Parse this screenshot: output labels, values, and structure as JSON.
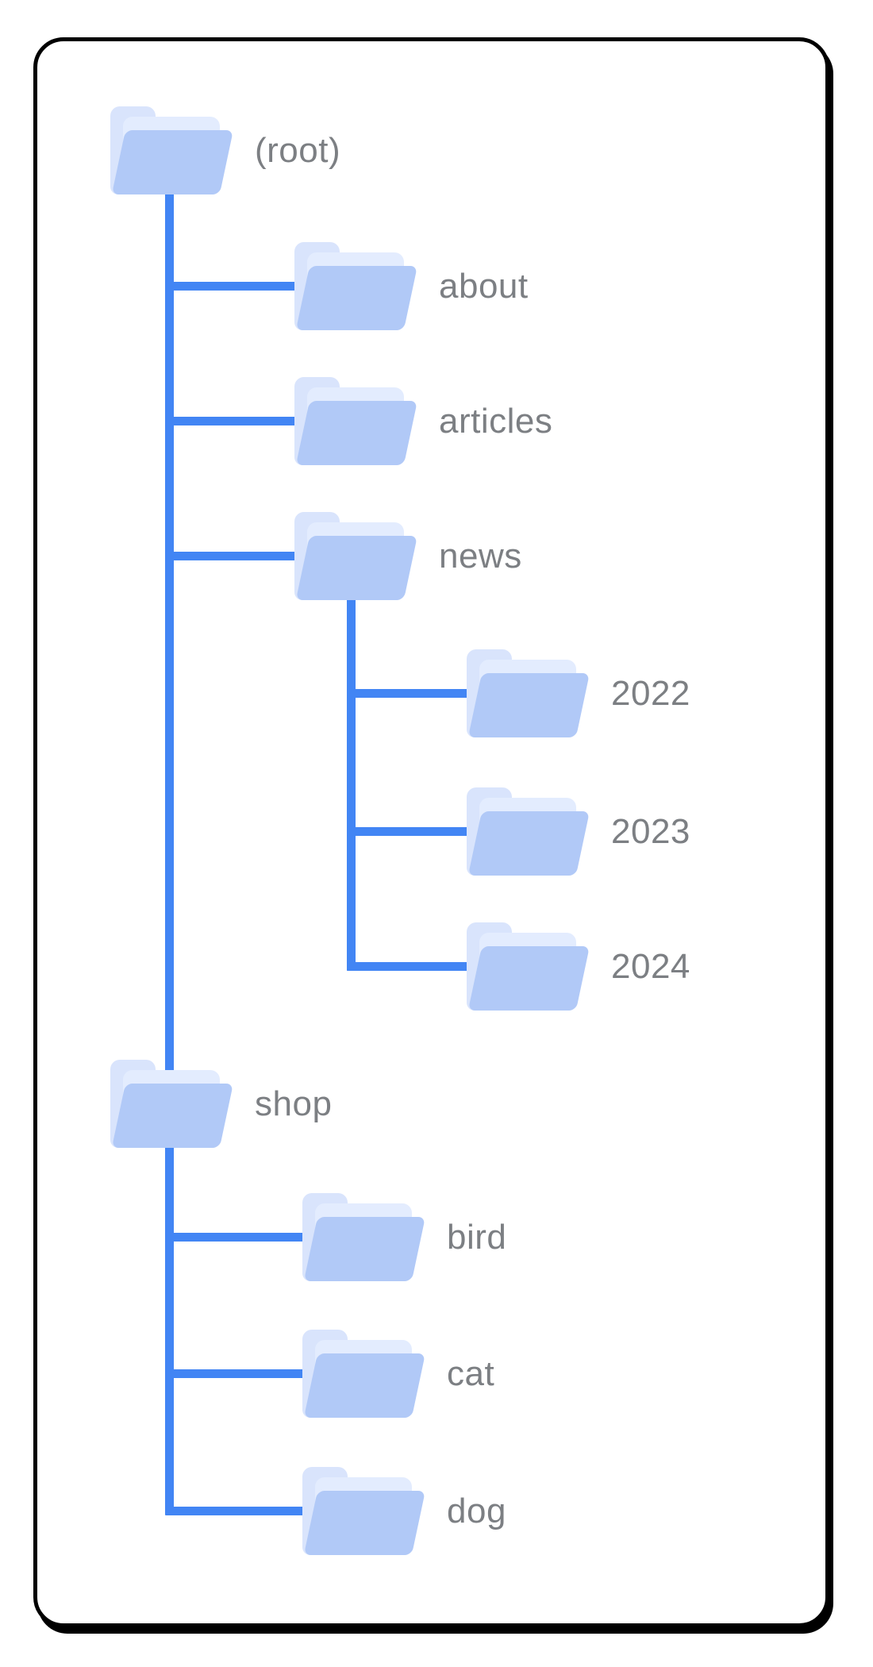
{
  "colors": {
    "connector": "#4285f4",
    "folder_front": "#b1c9f7",
    "folder_back": "#d9e4fc",
    "folder_sheet": "#e3ecfe",
    "label_text": "#7c7f83",
    "card_border": "#000000",
    "card_bg": "#ffffff"
  },
  "diagram_type": "site-folder-structure-tree",
  "tree": {
    "label": "(root)",
    "icon": "folder-icon",
    "children": [
      {
        "label": "about",
        "icon": "folder-icon",
        "children": []
      },
      {
        "label": "articles",
        "icon": "folder-icon",
        "children": []
      },
      {
        "label": "news",
        "icon": "folder-icon",
        "children": [
          {
            "label": "2022",
            "icon": "folder-icon",
            "children": []
          },
          {
            "label": "2023",
            "icon": "folder-icon",
            "children": []
          },
          {
            "label": "2024",
            "icon": "folder-icon",
            "children": []
          }
        ]
      },
      {
        "label": "shop",
        "icon": "folder-icon",
        "children": [
          {
            "label": "bird",
            "icon": "folder-icon",
            "children": []
          },
          {
            "label": "cat",
            "icon": "folder-icon",
            "children": []
          },
          {
            "label": "dog",
            "icon": "folder-icon",
            "children": []
          }
        ]
      }
    ]
  }
}
